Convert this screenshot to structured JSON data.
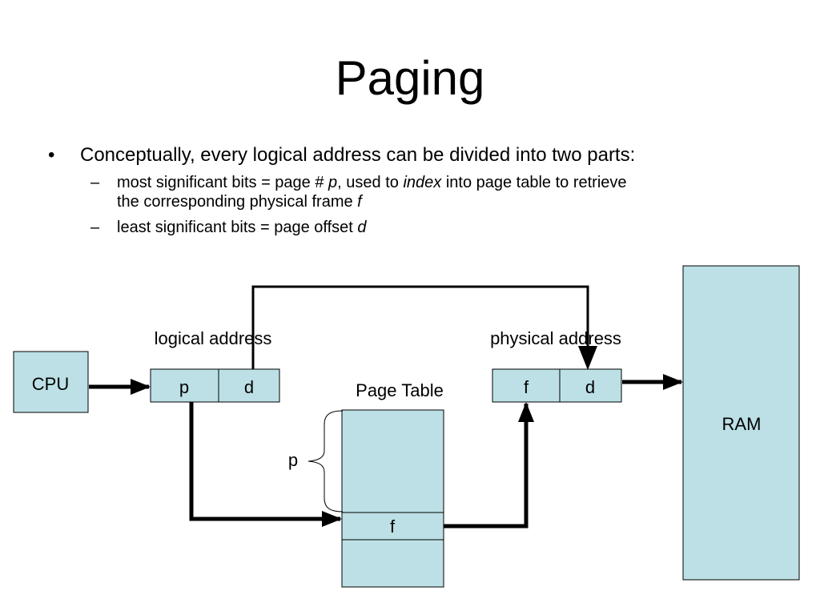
{
  "slide": {
    "title": "Paging",
    "bullet": "Conceptually, every logical address can be divided into two parts:",
    "sub1": {
      "part1": "most significant bits = page # ",
      "p": "p",
      "part2": ", used to ",
      "index": "index",
      "part3": " into page table to retrieve",
      "line2": "the corresponding physical frame ",
      "f": "f"
    },
    "sub2": {
      "part1": "least significant bits = page offset ",
      "d": "d"
    }
  },
  "diagram": {
    "cpu_label": "CPU",
    "logical_address_label": "logical address",
    "logical_p": "p",
    "logical_d": "d",
    "page_table_label": "Page Table",
    "page_table_entry": "f",
    "brace_label": "p",
    "physical_address_label": "physical address",
    "physical_f": "f",
    "physical_d": "d",
    "ram_label": "RAM",
    "box_fill": "#bce0e5"
  }
}
